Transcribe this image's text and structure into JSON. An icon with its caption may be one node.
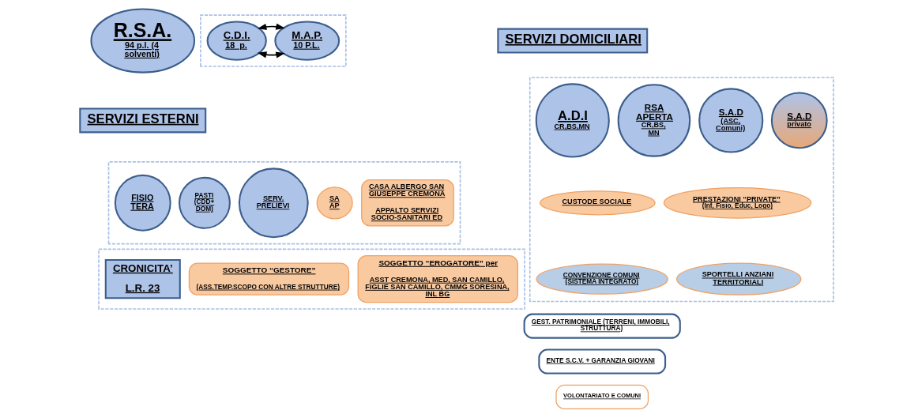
{
  "diagram": {
    "nodes": [
      {
        "text": [
          "R.S.A.",
          "94 p.l. (4 solventi)"
        ]
      },
      {
        "text": [],
        "shape": "box"
      },
      {
        "text": [
          "C.D.I.",
          "18  p."
        ],
        "in": 1
      },
      {
        "text": [
          "M.A.P.",
          "10 P.L."
        ],
        "in": 1
      },
      {
        "text": [
          "SERVIZI DOMICILIARI"
        ]
      },
      {
        "text": [],
        "shape": "box"
      },
      {
        "text": [
          "A.D.I",
          "CR,BS,MN"
        ],
        "in": 5
      },
      {
        "text": [
          "RSA APERTA",
          "CR,BS,MN"
        ],
        "in": 5
      },
      {
        "text": [
          "S.A.D",
          "(ASC, Comuni)"
        ],
        "in": 5
      },
      {
        "text": [
          "S.A.D",
          "privato"
        ],
        "in": 5
      },
      {
        "text": [
          "CUSTODE SOCIALE"
        ],
        "in": 5
      },
      {
        "text": [
          "PRESTAZIONI “PRIVATE”",
          "(Inf, Fisio, Educ, Logo)"
        ],
        "in": 5
      },
      {
        "text": [
          "CONVENZIONE COMUNI (SISTEMA INTEGRATO)"
        ],
        "in": 5
      },
      {
        "text": [
          "SPORTELLI ANZIANI TERRITORIALI"
        ],
        "in": 5
      },
      {
        "text": [
          "SERVIZI ESTERNI"
        ]
      },
      {
        "text": [],
        "shape": "box"
      },
      {
        "text": [
          "FISIO TERA"
        ],
        "in": 15
      },
      {
        "text": [
          "PASTI (CDD+ DOM)"
        ],
        "in": 15
      },
      {
        "text": [
          "SERV. PRELIEVI"
        ],
        "in": 15
      },
      {
        "text": [
          "SA AP"
        ],
        "in": 15
      },
      {
        "text": [
          "CASA ALBERGO SAN GIUSEPPE CREMONA",
          "APPALTO SERVIZI SOCIO-SANITARI ED"
        ],
        "in": 15
      },
      {
        "text": [],
        "shape": "box"
      },
      {
        "text": [
          "CRONICITA’",
          "L.R. 23"
        ],
        "in": 21
      },
      {
        "text": [
          "SOGGETTO “GESTORE”",
          "(ASS.TEMP.SCOPO CON ALTRE STRUTTURE)"
        ],
        "in": 21
      },
      {
        "text": [
          "SOGGETTO “EROGATORE” per",
          "ASST CREMONA, MED, SAN CAMILLO, FIGLIE SAN CAMILLO, CMMG SORESINA, INL BG"
        ],
        "in": 21
      },
      {
        "text": [
          "GEST. PATRIMONIALE (TERRENI, IMMOBILI, STRUTTURA)"
        ]
      },
      {
        "text": [
          "ENTE S.C.V. + GARANZIA GIOVANI"
        ]
      },
      {
        "text": [
          "VOLONTARIATO E COMUNI"
        ]
      }
    ],
    "edges": [
      {
        "from": 2,
        "to": 3,
        "arrow": "both"
      },
      {
        "from": 2,
        "to": 3,
        "arrow": "both"
      }
    ]
  }
}
